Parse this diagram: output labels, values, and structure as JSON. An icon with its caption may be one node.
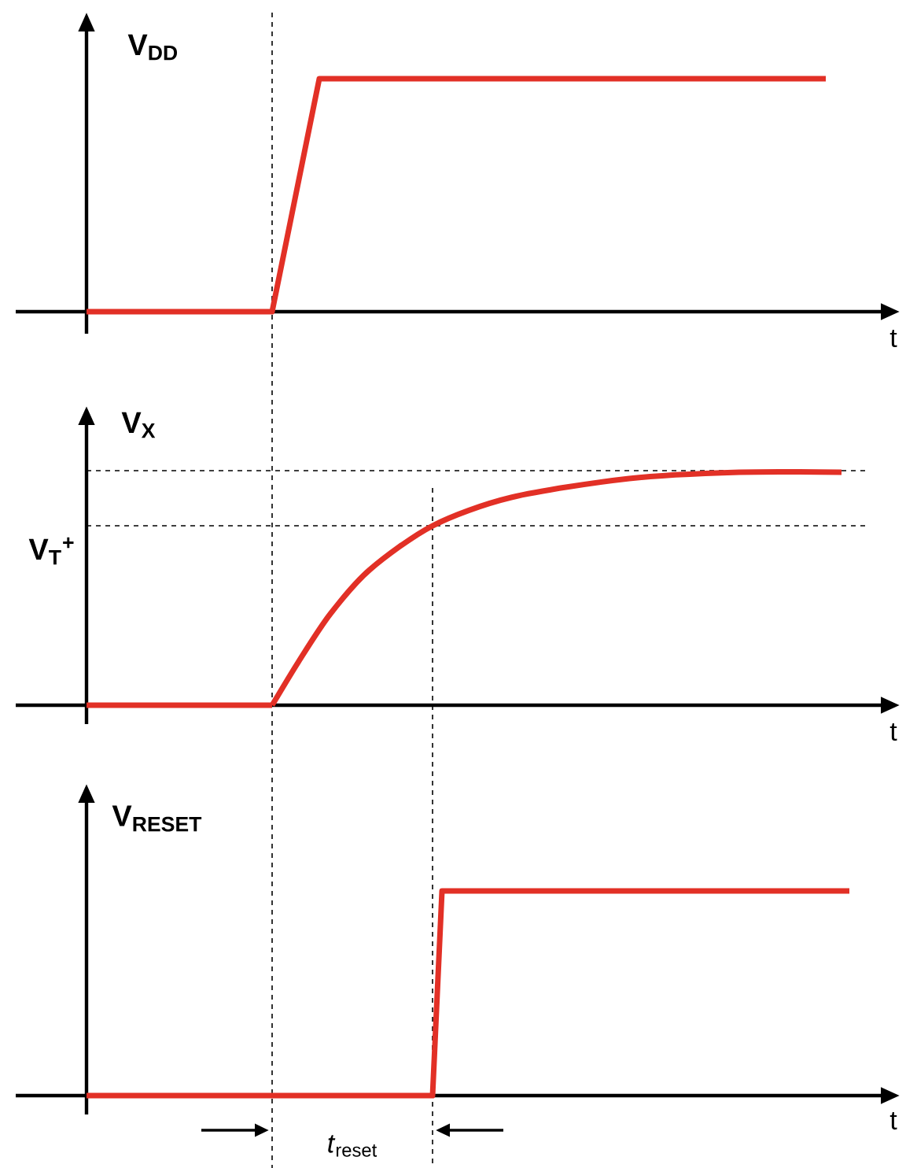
{
  "diagram": {
    "labels": [
      "V$_{DD}$",
      "t",
      "V$_{X}$",
      "V$_{T}$$^{+}$",
      "t",
      "V$_{RESET}$",
      "t",
      "*t*$_{reset}$"
    ]
  }
}
